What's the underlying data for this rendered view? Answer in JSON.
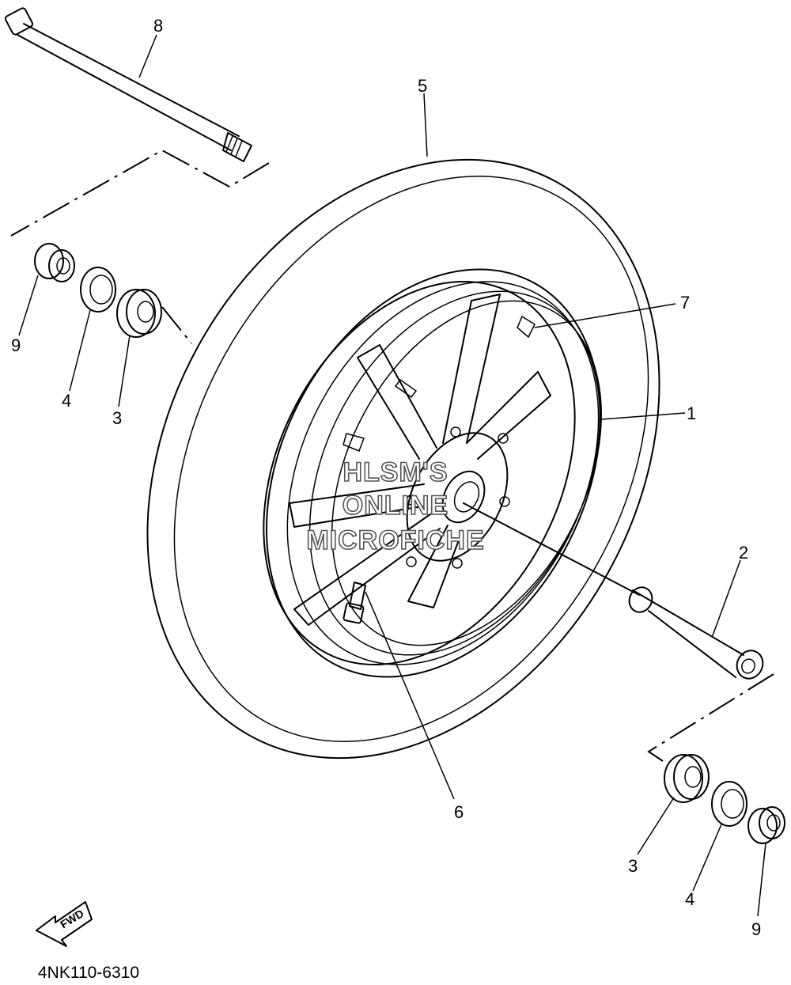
{
  "callouts": {
    "c8": "8",
    "c5": "5",
    "c7": "7",
    "c1": "1",
    "c2": "2",
    "c9a": "9",
    "c4a": "4",
    "c3a": "3",
    "c6": "6",
    "c3b": "3",
    "c4b": "4",
    "c9b": "9"
  },
  "watermark": {
    "line1": "HLSM'S",
    "line2": "ONLINE",
    "line3": "MICROFICHE"
  },
  "fwd_label": "FWD",
  "diagram_code": "4NK110-6310"
}
